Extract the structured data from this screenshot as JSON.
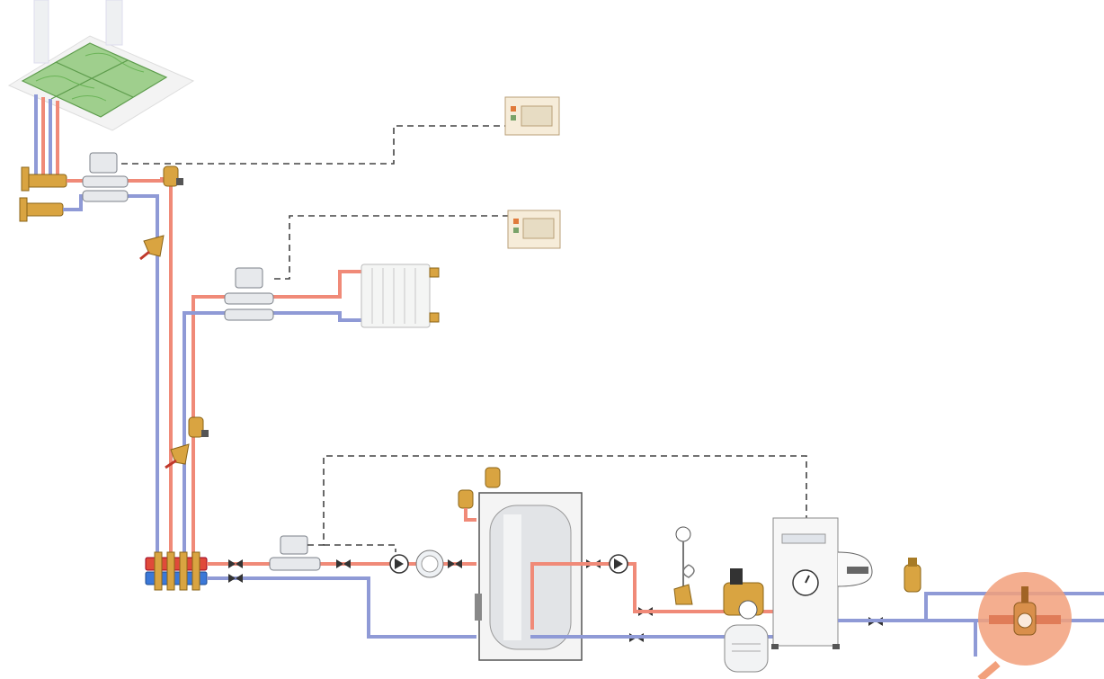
{
  "diagram": {
    "type": "hydronic heating schematic",
    "colors": {
      "supply_pipe": "#f08a78",
      "return_pipe": "#8f9ad6",
      "control_wire": "#444444",
      "brass_fittings": "#d9a441",
      "highlight_zone": "#f2a07b"
    },
    "components": [
      "underfloor-heating-loop",
      "underfloor-manifold",
      "zone-valve-floor",
      "air-vent",
      "strainer",
      "room-thermostat-1",
      "room-thermostat-2",
      "zone-valve-radiator",
      "radiator",
      "distribution-manifold",
      "ball-valves",
      "motorized-valve",
      "circulation-pump",
      "heat-meter",
      "storage-tank",
      "pressure-gauge",
      "safety-group",
      "expansion-vessel",
      "boiler",
      "flue",
      "pressure-relief-valve",
      "mixing-valve-highlight"
    ]
  }
}
